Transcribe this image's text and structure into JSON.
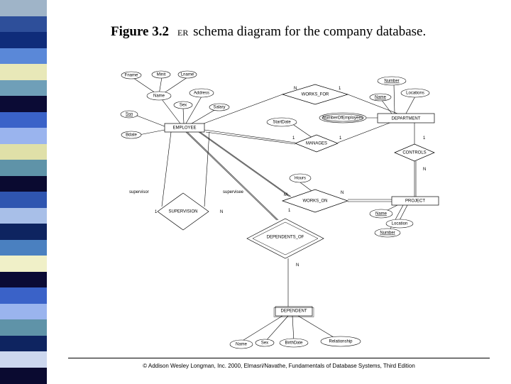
{
  "title": {
    "figure_label": "Figure 3.2",
    "er": "ER",
    "caption": "schema diagram for the company database."
  },
  "credit": "© Addison Wesley Longman, Inc. 2000, Elmasri/Navathe, Fundamentals of Database Systems, Third Edition",
  "stripe_colors": [
    "#9fb4c8",
    "#2e4f9a",
    "#0f2c7a",
    "#5a88d8",
    "#e8e8b8",
    "#6f9fb8",
    "#0b0b35",
    "#3a62c8",
    "#9ab4ee",
    "#e0e0a8",
    "#5f93a8",
    "#0a0a30",
    "#2f55b0",
    "#a8bfe8",
    "#0e2460",
    "#4a80c0",
    "#f0f0c8",
    "#0b0b35",
    "#3a62c8",
    "#9ab4ee",
    "#5f93a8",
    "#0e2460",
    "#ccd7ee",
    "#0a0a30"
  ],
  "diagram": {
    "attributes": {
      "fname": "Fname",
      "minit": "Minit",
      "lname": "Lname",
      "name_emp": "Name",
      "address": "Address",
      "sex": "Sex",
      "salary": "Salary",
      "ssn": "Ssn",
      "bdate": "Bdate",
      "number_dept": "Number",
      "name_dept": "Name",
      "locations": "Locations",
      "startdate": "StartDate",
      "numberofemployees": "NumberOfEmployees",
      "hours": "Hours",
      "name_proj": "Name",
      "location_proj": "Location",
      "number_proj": "Number",
      "name_dep": "Name",
      "sex_dep": "Sex",
      "birthdate": "BirthDate",
      "relationship": "Relationship"
    },
    "entities": {
      "employee": "EMPLOYEE",
      "department": "DEPARTMENT",
      "project": "PROJECT",
      "dependent": "DEPENDENT"
    },
    "relationships": {
      "works_for": "WORKS_FOR",
      "manages": "MANAGES",
      "controls": "CONTROLS",
      "works_on": "WORKS_ON",
      "supervision": "SUPERVISION",
      "dependents_of": "DEPENDENTS_OF"
    },
    "role_labels": {
      "supervisor": "supervisor",
      "supervisee": "supervisee"
    },
    "cardinalities": {
      "works_for_n": "N",
      "works_for_1": "1",
      "manages_1_emp": "1",
      "manages_1_dept": "1",
      "controls_1": "1",
      "controls_n": "N",
      "works_on_m": "M",
      "works_on_n": "N",
      "supervision_1": "1",
      "supervision_n": "N",
      "dependents_of_1": "1",
      "dependents_of_n": "N"
    }
  }
}
